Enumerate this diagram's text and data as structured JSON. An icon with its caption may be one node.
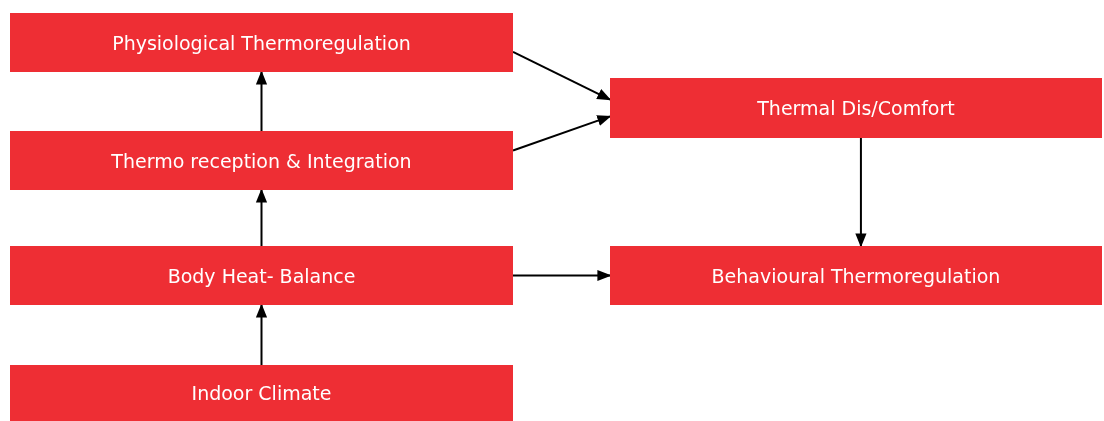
{
  "diagram": {
    "nodes": [
      {
        "text": [
          "Physiological Thermoregulation"
        ]
      },
      {
        "text": [
          "Thermo reception & Integration"
        ]
      },
      {
        "text": [
          "Body Heat- Balance"
        ]
      },
      {
        "text": [
          "Indoor Climate"
        ]
      },
      {
        "text": [
          "Thermal Dis/Comfort"
        ]
      },
      {
        "text": [
          "Behavioural Thermoregulation"
        ]
      }
    ],
    "edges": [
      {
        "from": 3,
        "to": 2,
        "arrow": "to"
      },
      {
        "from": 2,
        "to": 1,
        "arrow": "to"
      },
      {
        "from": 1,
        "to": 0,
        "arrow": "to"
      },
      {
        "from": 0,
        "to": 4,
        "arrow": "to"
      },
      {
        "from": 1,
        "to": 4,
        "arrow": "to"
      },
      {
        "from": 4,
        "to": 5,
        "arrow": "to"
      },
      {
        "from": 2,
        "to": 5,
        "arrow": "to"
      }
    ]
  }
}
